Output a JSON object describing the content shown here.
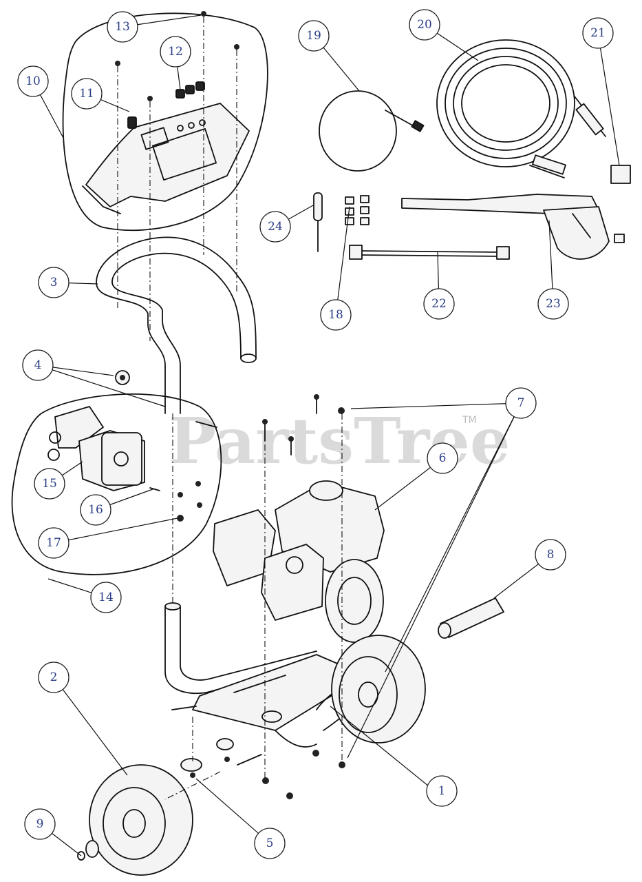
{
  "watermark": {
    "text": "PartsTree",
    "tm": "TM"
  },
  "callouts": [
    "1",
    "2",
    "3",
    "4",
    "5",
    "6",
    "7",
    "8",
    "9",
    "10",
    "11",
    "12",
    "13",
    "14",
    "15",
    "16",
    "17",
    "18",
    "19",
    "20",
    "21",
    "22",
    "23",
    "24"
  ]
}
